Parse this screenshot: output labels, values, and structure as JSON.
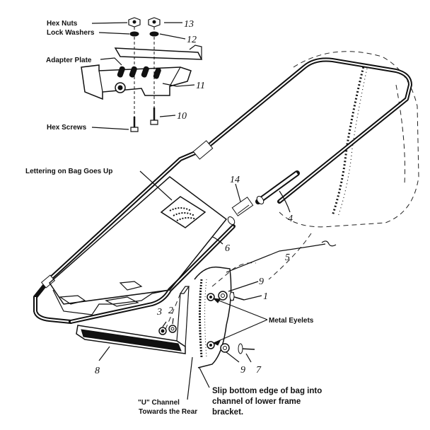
{
  "callouts": {
    "hex_nuts": "Hex Nuts",
    "lock_washers": "Lock Washers",
    "adapter_plate": "Adapter Plate",
    "hex_screws": "Hex Screws",
    "lettering": "Lettering on Bag Goes Up",
    "metal_eyelets": "Metal Eyelets",
    "u_channel_line1": "\"U\" Channel",
    "u_channel_line2": "Towards the Rear",
    "slip_line1": "Slip bottom edge of bag into",
    "slip_line2": "channel of lower frame",
    "slip_line3": "bracket."
  },
  "part_numbers": {
    "n1": "1",
    "n2": "2",
    "n3": "3",
    "n4": "4",
    "n5": "5",
    "n6": "6",
    "n7": "7",
    "n8": "8",
    "n9a": "9",
    "n9b": "9",
    "n10": "10",
    "n11": "11",
    "n12": "12",
    "n13": "13",
    "n14": "14"
  }
}
